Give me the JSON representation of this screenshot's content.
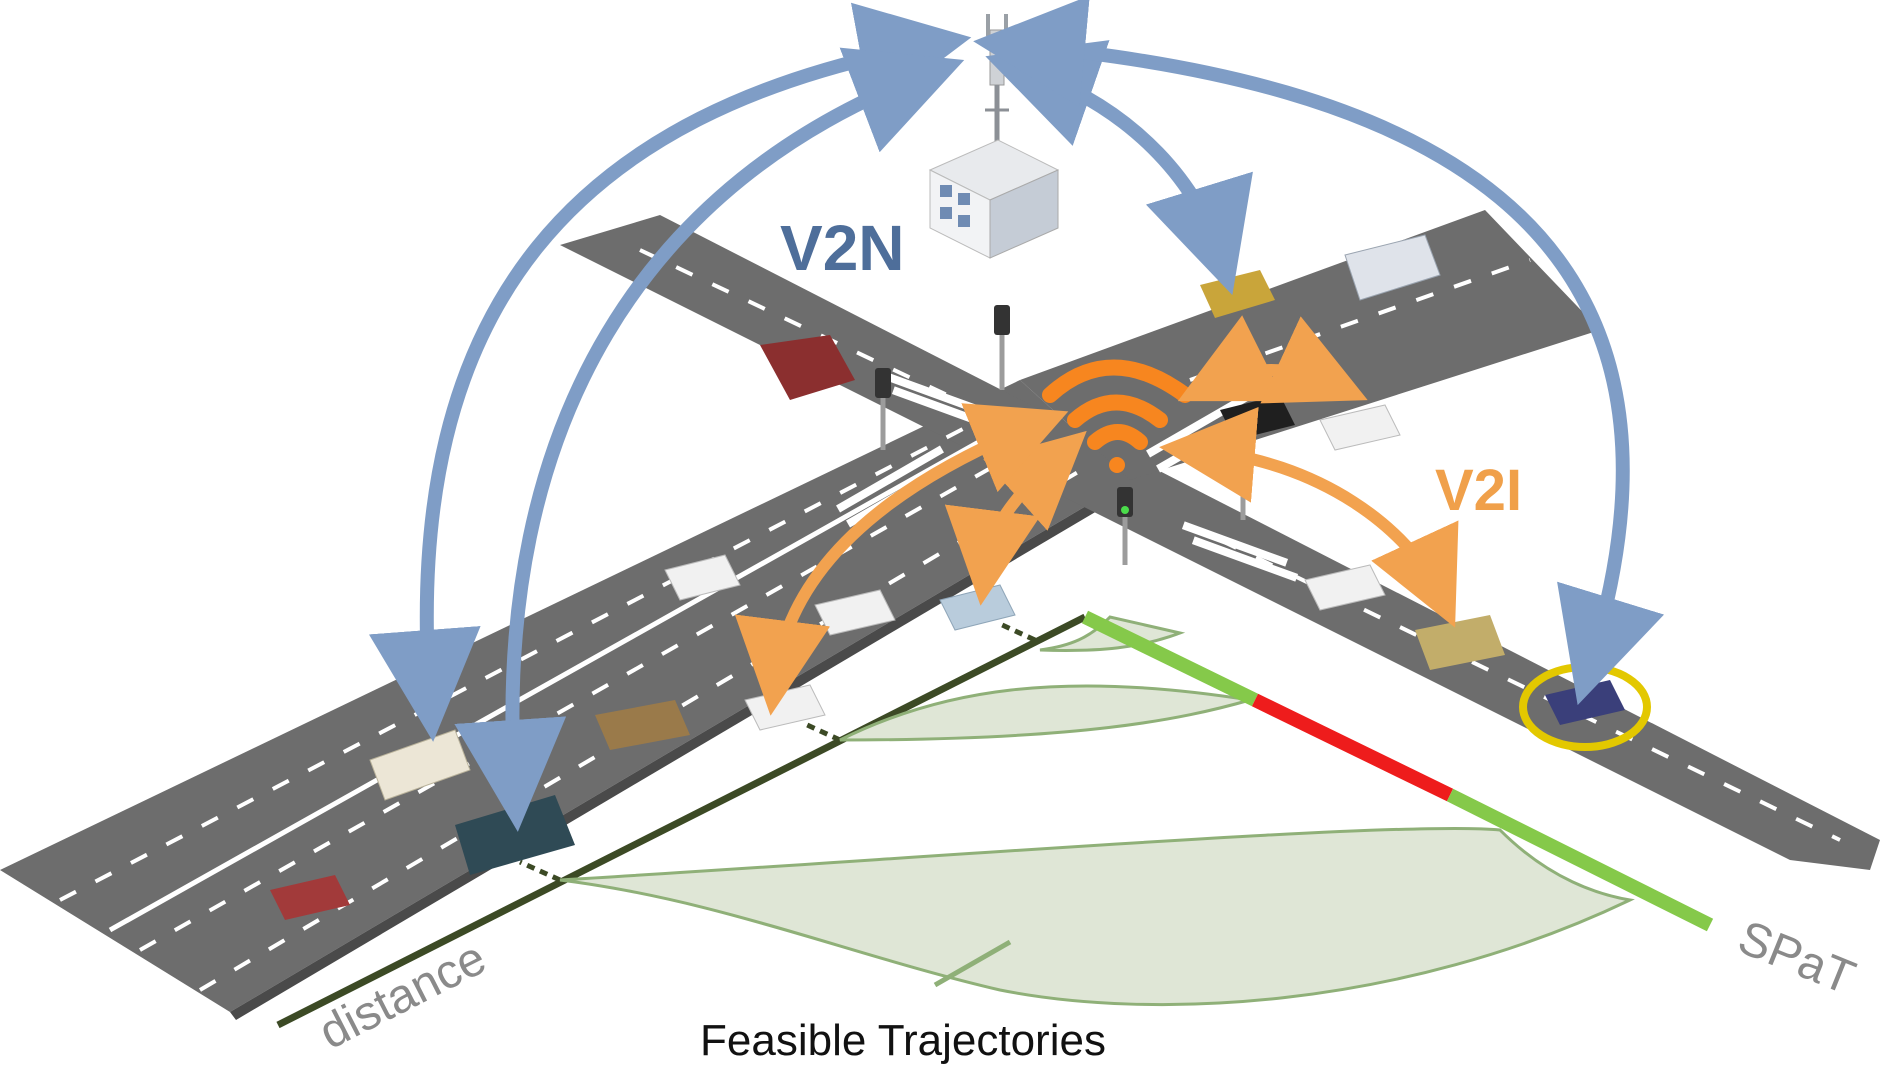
{
  "labels": {
    "v2n": "V2N",
    "v2i": "V2I",
    "distance_axis": "distance",
    "spat_axis": "SPaT",
    "caption": "Feasible Trajectories"
  },
  "colors": {
    "road": "#6d6d6d",
    "v2n_arrow": "#7f9dc6",
    "v2i_arrow": "#f2a24f",
    "wifi": "#f7861f",
    "spat_green": "#85c94a",
    "spat_red": "#ee1c1c",
    "trajectory_fill": "#dfe6d6",
    "trajectory_line": "#8fb078",
    "highlight_ring": "#e3c800"
  },
  "spat_sequence": [
    "green",
    "red",
    "green"
  ],
  "icons": [
    "cell-tower-icon",
    "building-icon",
    "traffic-light-icon",
    "wifi-icon",
    "car-icon",
    "truck-icon",
    "van-icon"
  ]
}
